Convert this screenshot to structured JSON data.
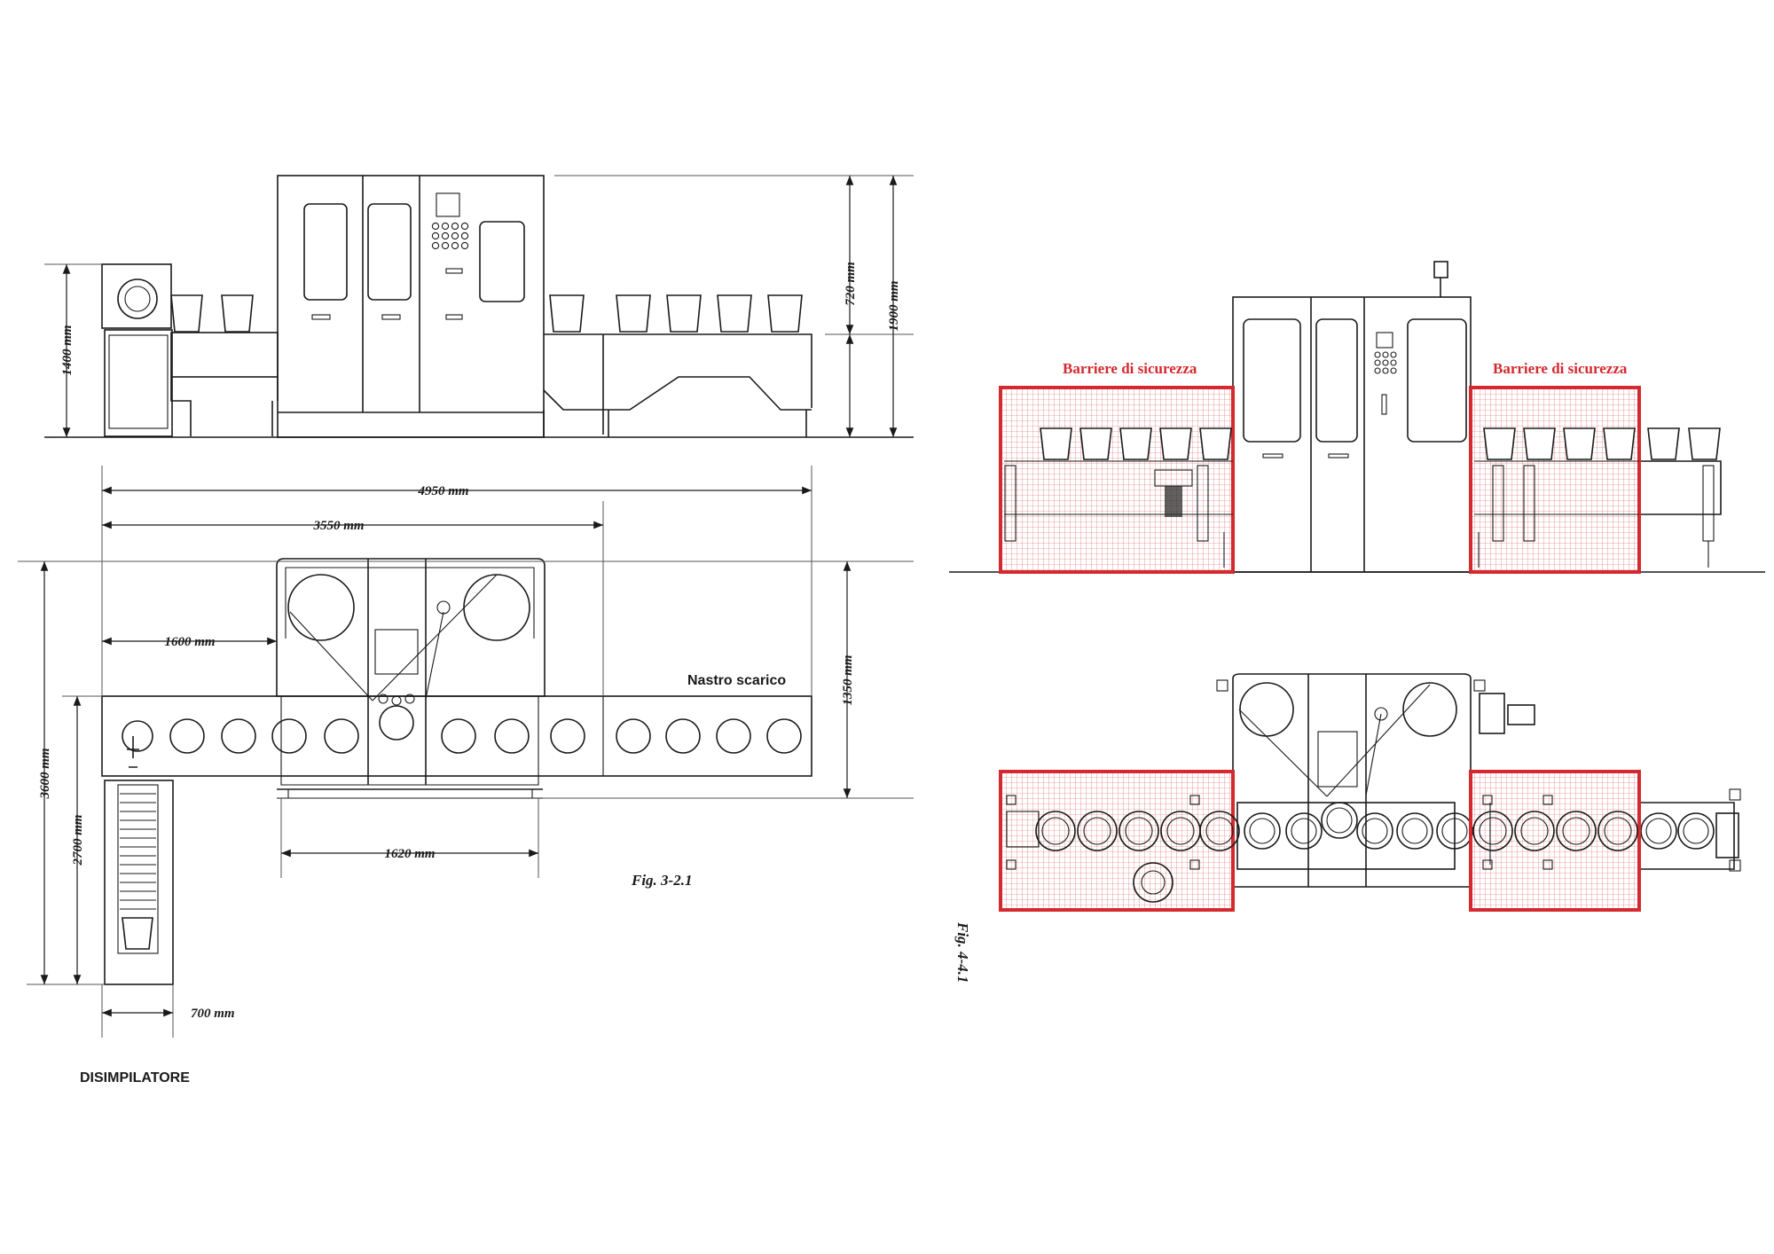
{
  "colors": {
    "line": "#1a1a1a",
    "guard": "#d42a2f",
    "guard_fill": "#f3c9cb"
  },
  "fig_left": {
    "caption": "Fig. 3-2.1",
    "component_label": "DISIMPILATORE",
    "conveyor_label": "Nastro scarico",
    "dims": {
      "d1400": "1400 mm",
      "d720": "720 mm",
      "d1900": "1900 mm",
      "d4950": "4950 mm",
      "d3550": "3550 mm",
      "d1600": "1600 mm",
      "d1350": "1350 mm",
      "d3600": "3600 mm",
      "d2700": "2700 mm",
      "d1620": "1620 mm",
      "d700": "700 mm"
    }
  },
  "fig_right": {
    "caption": "Fig. 4-4.1",
    "barrier_left": "Barriere di sicurezza",
    "barrier_right": "Barriere di sicurezza"
  }
}
